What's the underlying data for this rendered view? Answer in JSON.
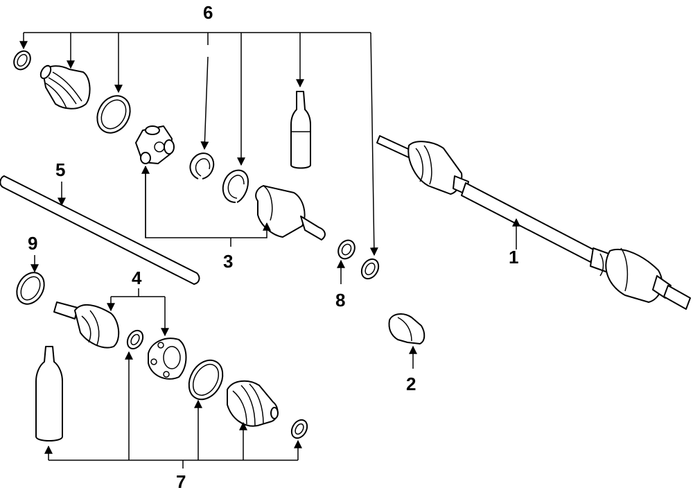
{
  "diagram": {
    "callouts": {
      "c1": "1",
      "c2": "2",
      "c3": "3",
      "c4": "4",
      "c5": "5",
      "c6": "6",
      "c7": "7",
      "c8": "8",
      "c9": "9"
    },
    "colors": {
      "line": "#000000",
      "background": "#ffffff"
    }
  }
}
